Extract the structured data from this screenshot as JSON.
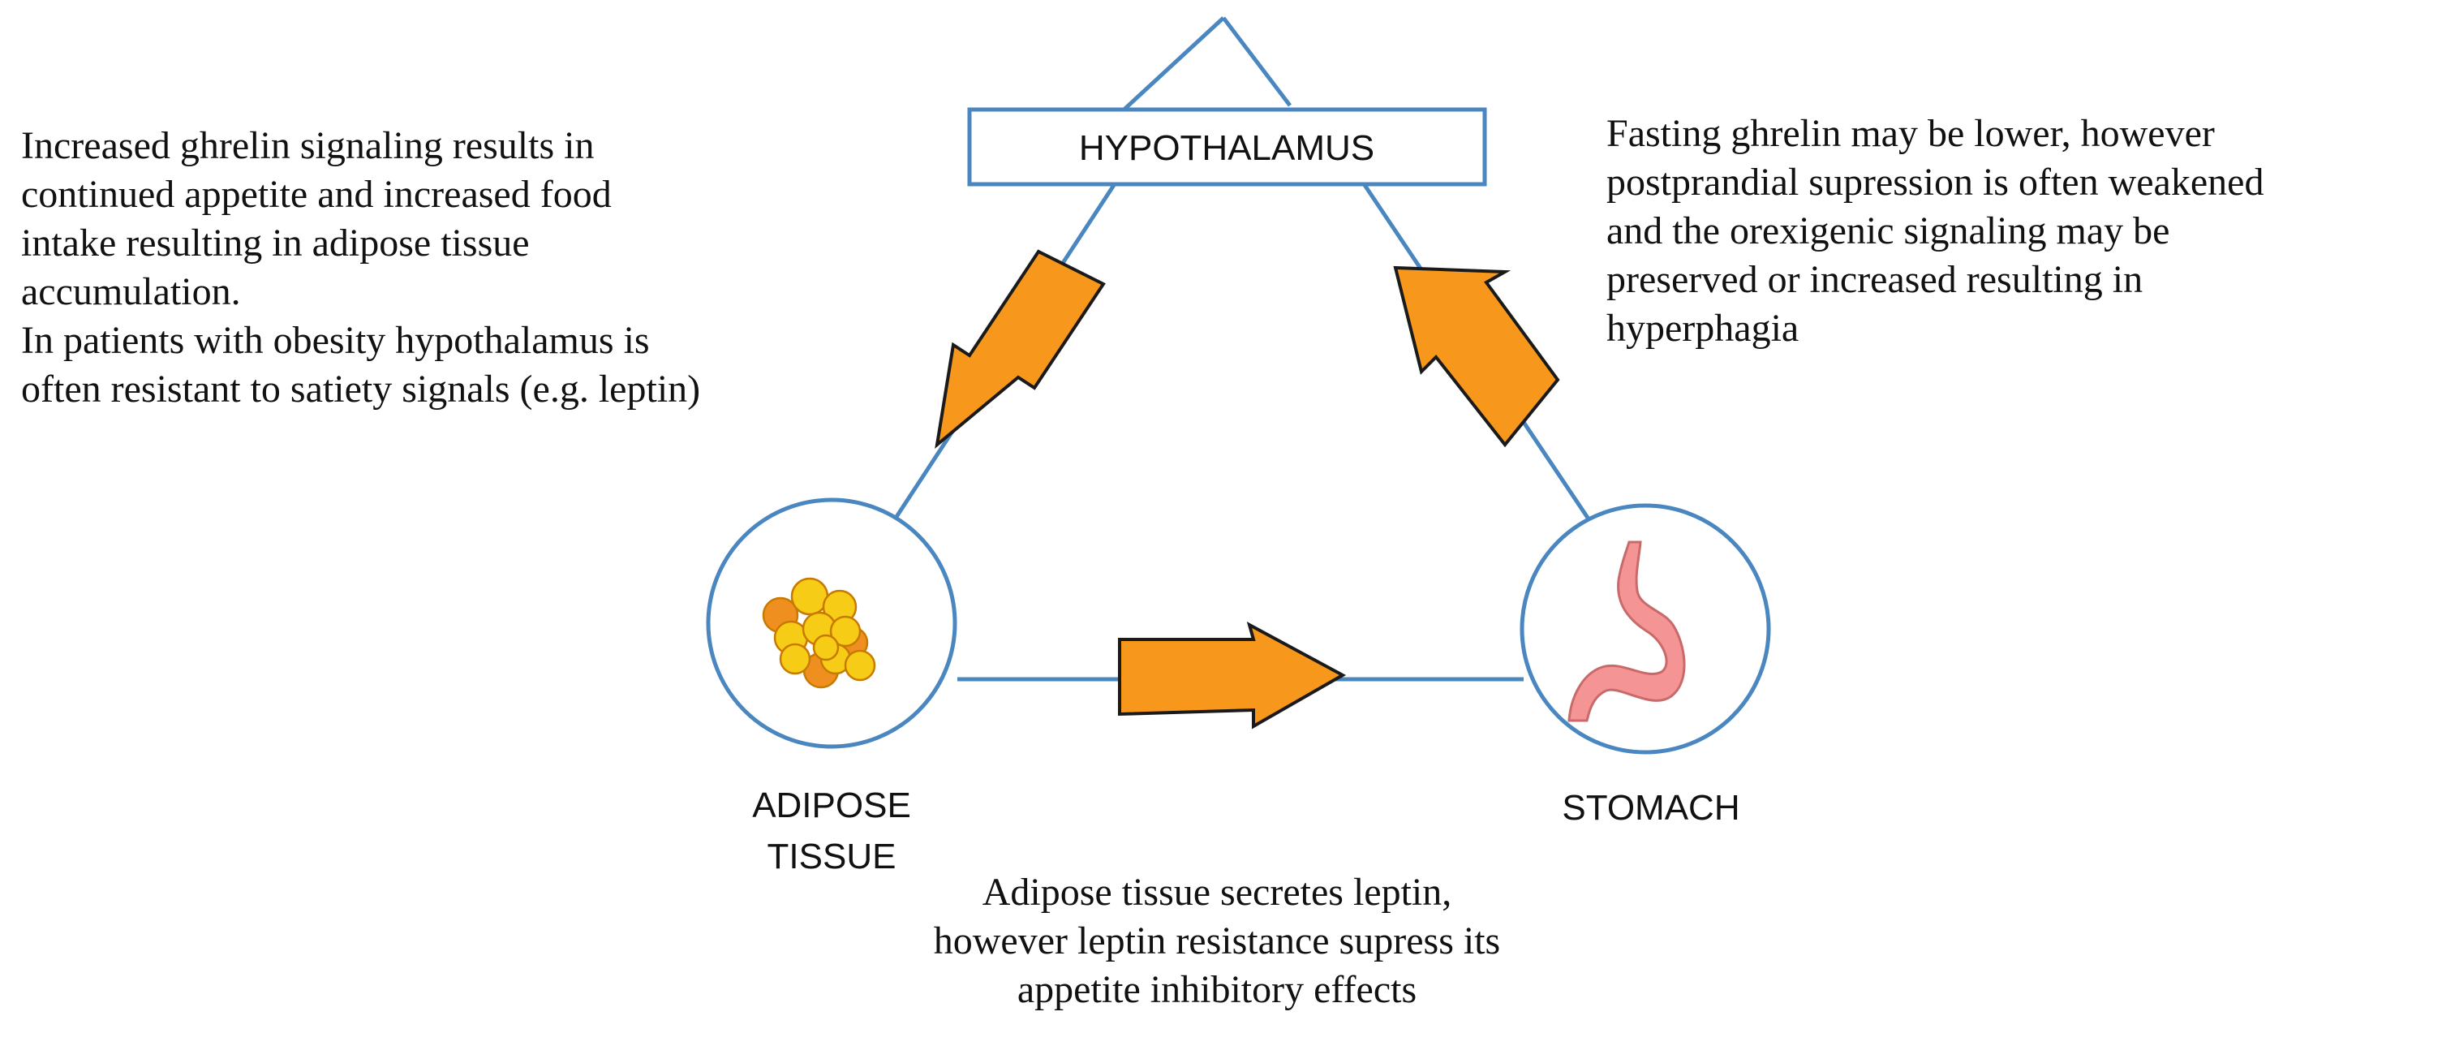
{
  "nodes": {
    "hypothalamus": "HYPOTHALAMUS",
    "adipose_line1": "ADIPOSE",
    "adipose_line2": "TISSUE",
    "stomach": "STOMACH"
  },
  "notes": {
    "left_paragraph_1": "Increased ghrelin signaling results in\ncontinued appetite and increased food\nintake resulting in adipose tissue\naccumulation.",
    "left_paragraph_2": "In patients with obesity hypothalamus is\noften resistant to satiety signals (e.g. leptin)",
    "right": "Fasting ghrelin may be lower, however\npostprandial supression is often weakened\nand the orexigenic signaling may be\npreserved or increased resulting in\nhyperphagia",
    "bottom": "Adipose tissue secretes leptin,\nhowever leptin resistance supress its\nappetite inhibitory effects"
  },
  "colors": {
    "line": "#4a86bf",
    "arrow_fill": "#f7981d",
    "arrow_stroke": "#1a1a1a",
    "fat_yellow": "#f7cc16",
    "fat_orange": "#ef8f1f",
    "stomach_pink": "#f49494"
  },
  "icons": [
    "fat-cells-icon",
    "stomach-icon"
  ]
}
